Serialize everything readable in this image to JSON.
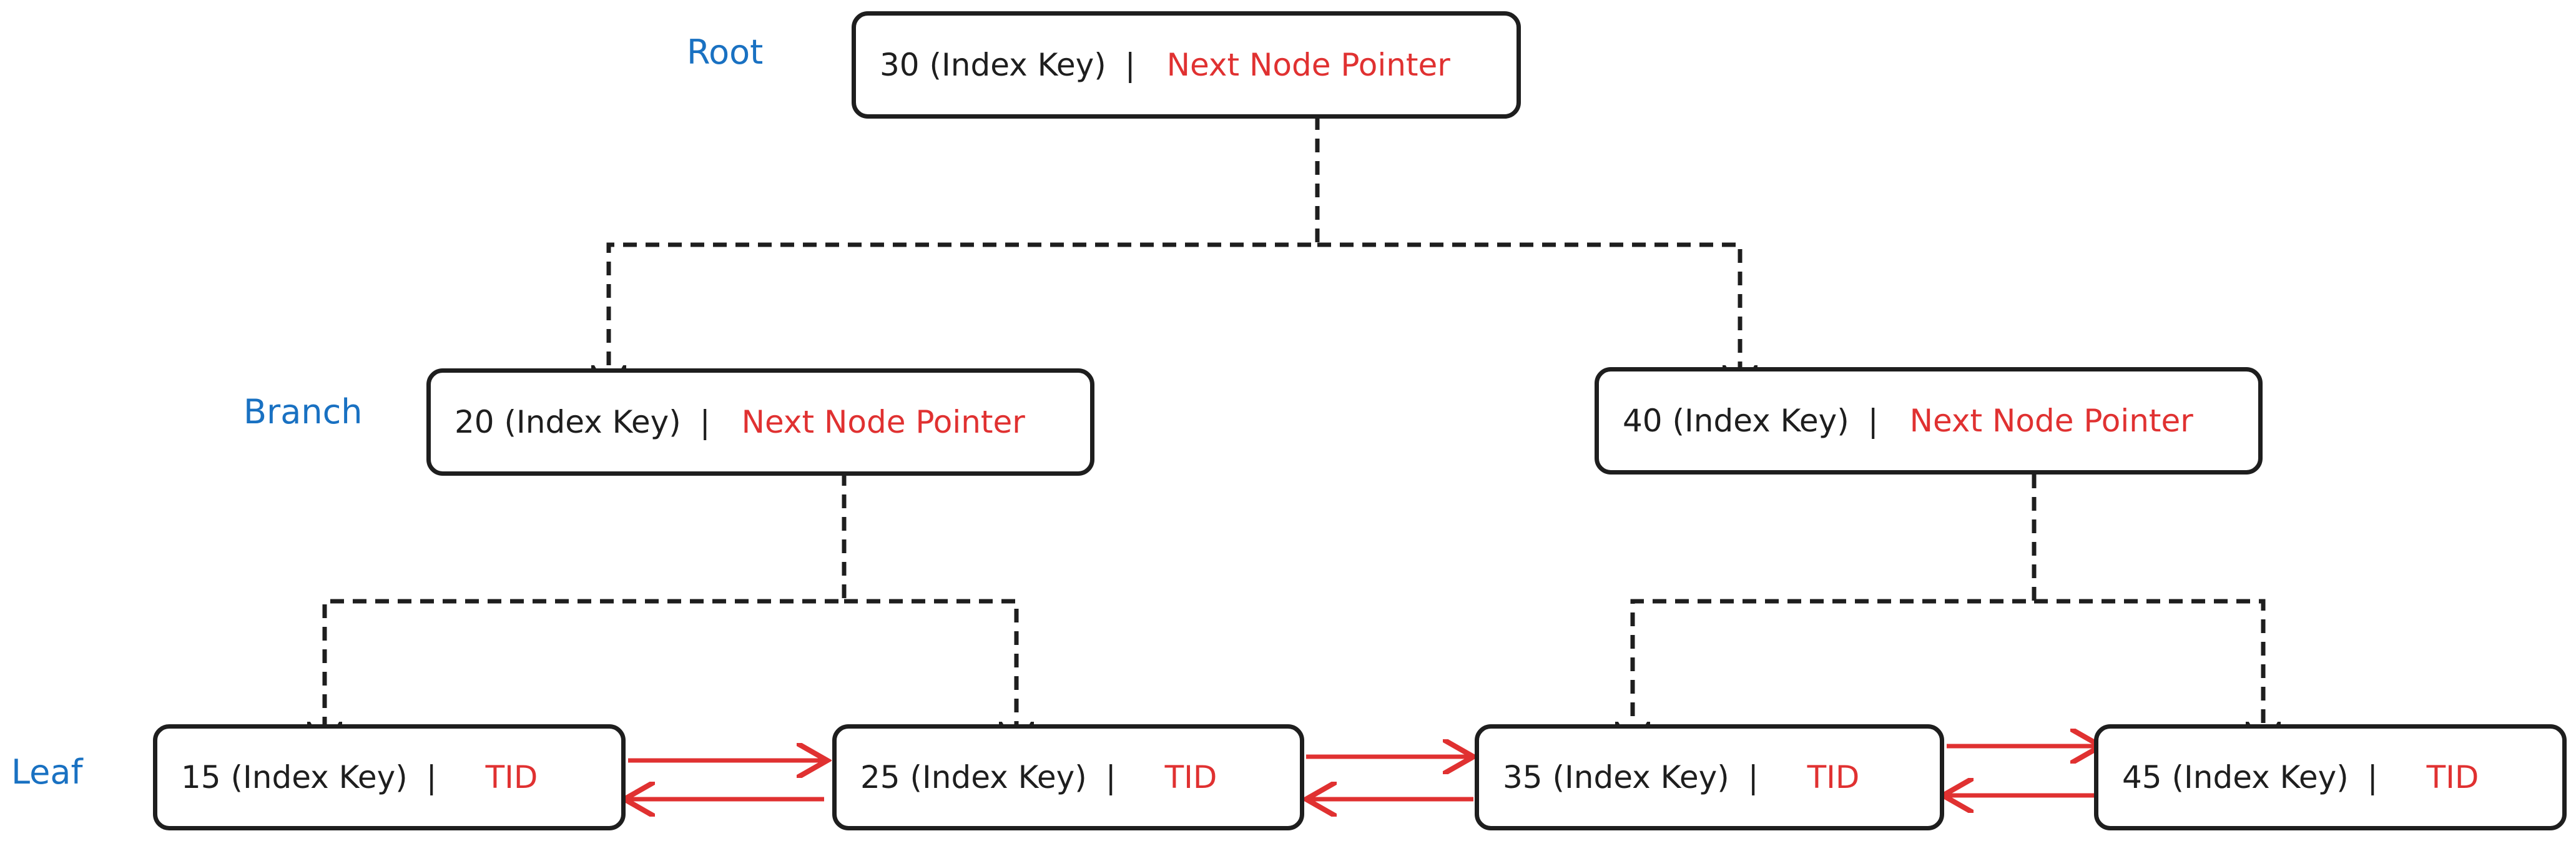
{
  "colors": {
    "stroke": "#1e1e1e",
    "pointer_text": "#e03131",
    "link_arrow": "#e03131",
    "level_label": "#1971c2"
  },
  "levels": {
    "root": "Root",
    "branch": "Branch",
    "leaf": "Leaf"
  },
  "separator": "|",
  "nodes": {
    "root": {
      "key": "30 (Index Key)",
      "pointer": "Next Node Pointer"
    },
    "branch_left": {
      "key": "20 (Index Key)",
      "pointer": "Next Node Pointer"
    },
    "branch_right": {
      "key": "40 (Index Key)",
      "pointer": "Next Node Pointer"
    },
    "leaf_1": {
      "key": "15 (Index Key)",
      "pointer": "TID"
    },
    "leaf_2": {
      "key": "25 (Index Key)",
      "pointer": "TID"
    },
    "leaf_3": {
      "key": "35 (Index Key)",
      "pointer": "TID"
    },
    "leaf_4": {
      "key": "45 (Index Key)",
      "pointer": "TID"
    }
  }
}
